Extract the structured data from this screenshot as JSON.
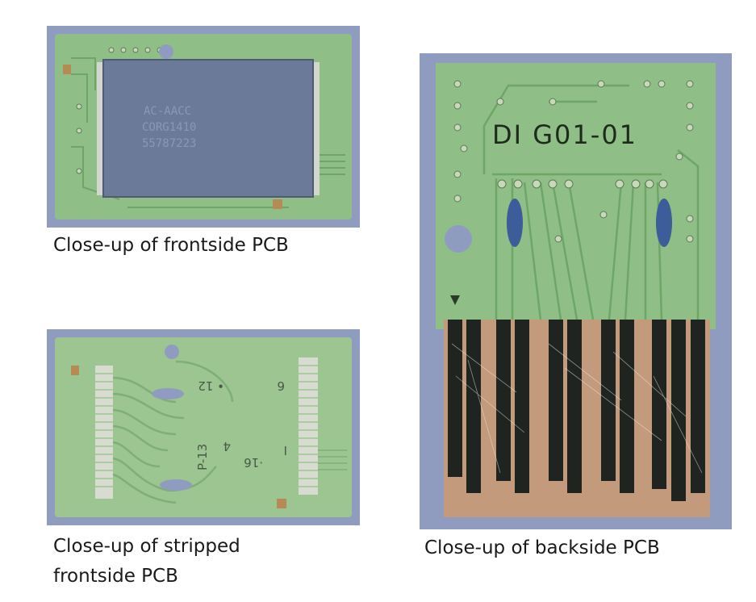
{
  "figures": [
    {
      "caption": "Close-up of frontside PCB",
      "chip_text": [
        "AC-AACC",
        "CORG1410",
        "55787223"
      ]
    },
    {
      "caption_lines": [
        "Close-up of stripped",
        "frontside PCB"
      ],
      "board_marks": [
        "6",
        "• 12",
        "P-13",
        "4",
        "I",
        "·16"
      ]
    },
    {
      "caption": "Close-up of backside PCB",
      "board_code": "DI G01-01"
    }
  ],
  "colors": {
    "background": "#8f9cc0",
    "pcb": "#8fbf86",
    "trace": "#7fae78",
    "chip": "#6c7a9a",
    "contact": "#c49a7c",
    "contact_dark": "#1f2420"
  }
}
